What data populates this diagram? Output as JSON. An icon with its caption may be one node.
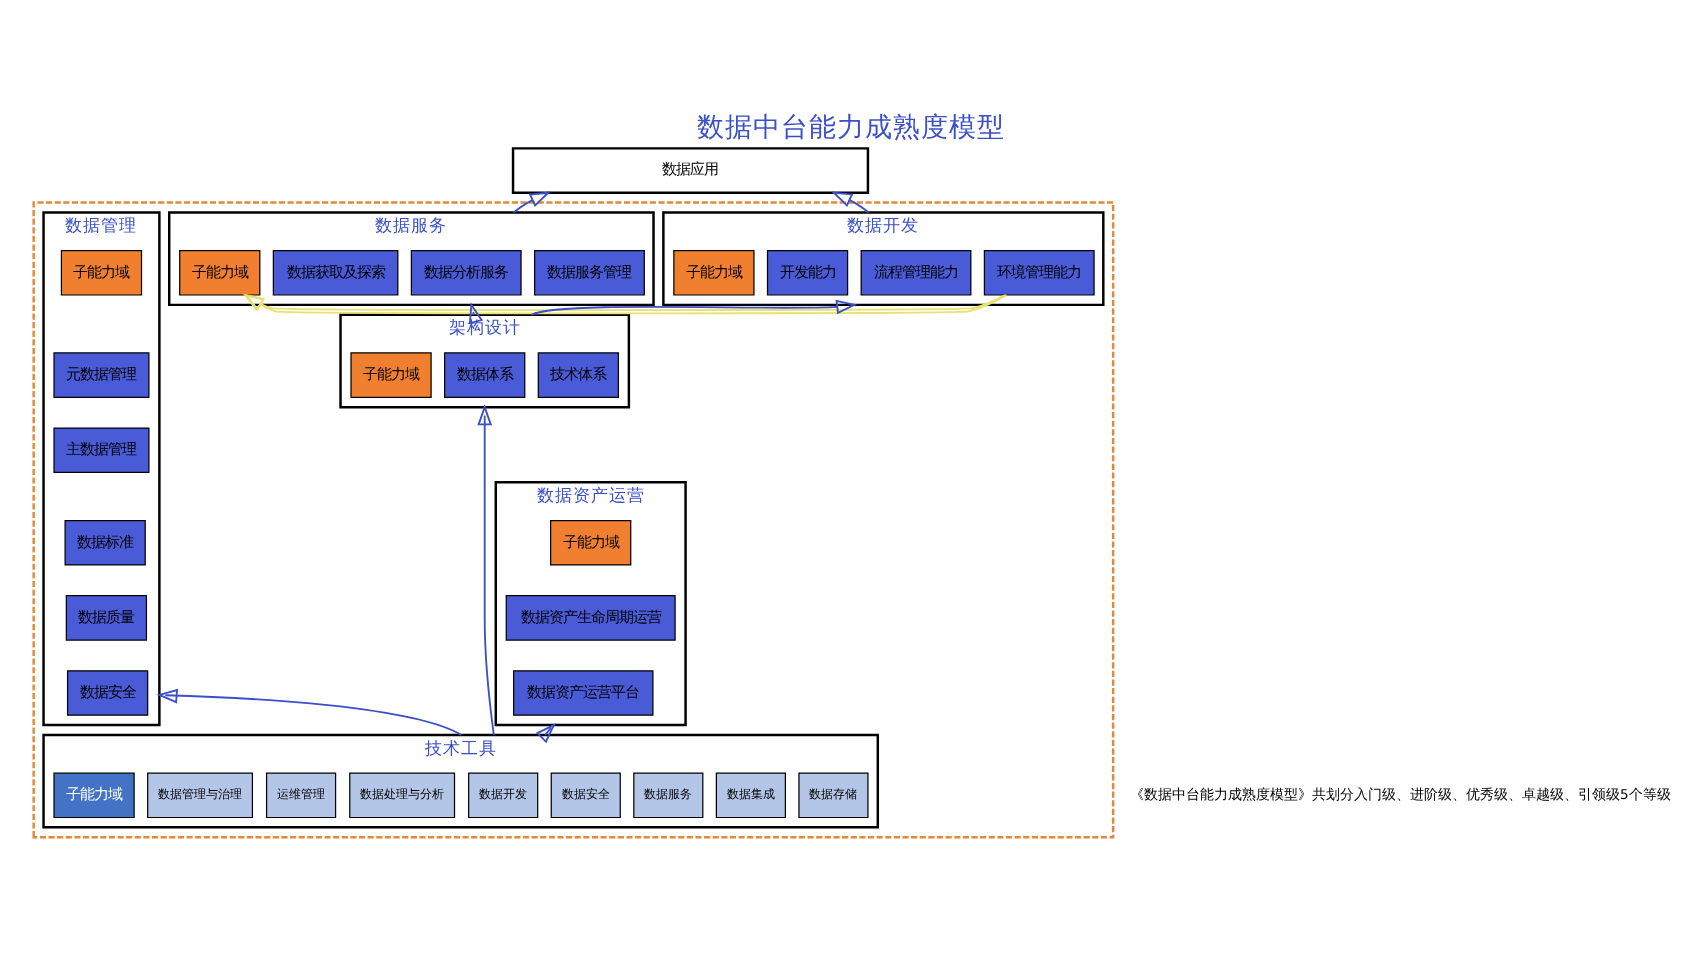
{
  "diagram": {
    "title": "数据中台能力成熟度模型",
    "nodes": [
      {
        "text": [
          "数据应用"
        ]
      },
      {
        "text": [],
        "shape": "box"
      },
      {
        "text": [
          "数据开发"
        ],
        "in": 1
      },
      {
        "text": [
          "子能力域"
        ],
        "in": 2
      },
      {
        "text": [
          "开发能力"
        ],
        "in": 2
      },
      {
        "text": [
          "流程管理能力"
        ],
        "in": 2
      },
      {
        "text": [
          "环境管理能力"
        ],
        "in": 2
      },
      {
        "text": [
          "数据服务"
        ],
        "in": 1
      },
      {
        "text": [
          "子能力域"
        ],
        "in": 7
      },
      {
        "text": [
          "数据获取及探索"
        ],
        "in": 7
      },
      {
        "text": [
          "数据分析服务"
        ],
        "in": 7
      },
      {
        "text": [
          "数据服务管理"
        ],
        "in": 7
      },
      {
        "text": [
          "数据管理"
        ],
        "in": 1
      },
      {
        "text": [
          "子能力域"
        ],
        "in": 12
      },
      {
        "text": [
          "元数据管理"
        ],
        "in": 12
      },
      {
        "text": [
          "主数据管理"
        ],
        "in": 12
      },
      {
        "text": [
          "数据标准"
        ],
        "in": 12
      },
      {
        "text": [
          "数据质量"
        ],
        "in": 12
      },
      {
        "text": [
          "数据安全"
        ],
        "in": 12
      },
      {
        "text": [
          "数据资产运营"
        ],
        "in": 1
      },
      {
        "text": [
          "子能力域"
        ],
        "in": 19
      },
      {
        "text": [
          "数据资产生命周期运营"
        ],
        "in": 19
      },
      {
        "text": [
          "数据资产运营平台"
        ],
        "in": 19
      },
      {
        "text": [
          "架构设计"
        ],
        "in": 1
      },
      {
        "text": [
          "子能力域"
        ],
        "in": 23
      },
      {
        "text": [
          "数据体系"
        ],
        "in": 23
      },
      {
        "text": [
          "技术体系"
        ],
        "in": 23
      },
      {
        "text": [
          "技术工具"
        ],
        "in": 1
      },
      {
        "text": [
          "子能力域"
        ],
        "in": 27
      },
      {
        "text": [
          "数据管理与治理"
        ],
        "in": 27
      },
      {
        "text": [
          "运维管理"
        ],
        "in": 27
      },
      {
        "text": [
          "数据处理与分析"
        ],
        "in": 27
      },
      {
        "text": [
          "数据开发"
        ],
        "in": 27
      },
      {
        "text": [
          "数据安全"
        ],
        "in": 27
      },
      {
        "text": [
          "数据服务"
        ],
        "in": 27
      },
      {
        "text": [
          "数据集成"
        ],
        "in": 27
      },
      {
        "text": [
          "数据存储"
        ],
        "in": 27
      }
    ],
    "edges": [
      {
        "from": 2,
        "to": 0,
        "arrow": "to"
      },
      {
        "from": 7,
        "to": 0,
        "arrow": "to"
      },
      {
        "from": 2,
        "to": 7,
        "arrow": "to",
        "color": "#e8e070"
      },
      {
        "from": 23,
        "to": 2,
        "arrow": "to"
      },
      {
        "from": 23,
        "to": 7,
        "arrow": "to"
      },
      {
        "from": 27,
        "to": 23,
        "arrow": "to"
      },
      {
        "from": 27,
        "to": 12,
        "arrow": "to"
      },
      {
        "from": 27,
        "to": 19,
        "arrow": "to"
      }
    ],
    "labels": [
      "《数据中台能力成熟度模型》共划分入门级、进阶级、优秀级、卓越级、引领级5个等级"
    ]
  }
}
